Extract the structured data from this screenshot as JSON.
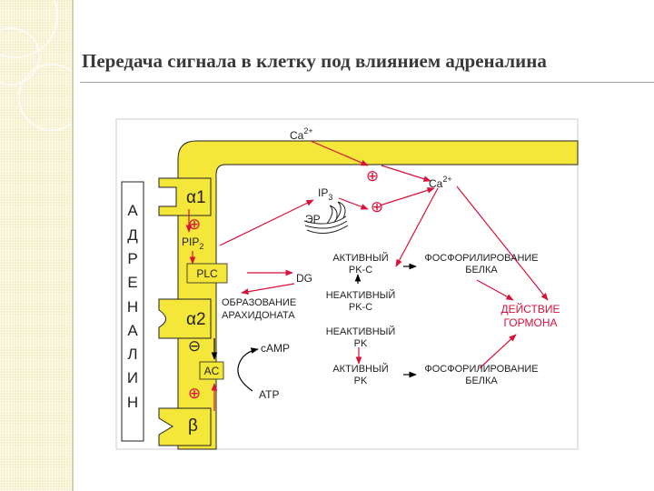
{
  "slide": {
    "title": "Передача сигнала в клетку под влиянием адреналина"
  },
  "colors": {
    "membrane": "#f5e63a",
    "membrane_border": "#222222",
    "arrow_black": "#000000",
    "arrow_red": "#d8123a",
    "accent_red": "#d8123a"
  },
  "diagram": {
    "ligand_letters": [
      "А",
      "Д",
      "Р",
      "Е",
      "Н",
      "А",
      "Л",
      "И",
      "Н"
    ],
    "receptors": {
      "alpha1": "α1",
      "alpha2": "α2",
      "beta": "β"
    },
    "ca_top": {
      "base": "Ca",
      "sup": "2+"
    },
    "ca_right": {
      "base": "Ca",
      "sup": "2+"
    },
    "ip3": {
      "base": "IP",
      "sub": "3"
    },
    "er": "ЭР",
    "pip2": {
      "base": "PIP",
      "sub": "2"
    },
    "plc": "PLC",
    "dg": "DG",
    "arachidonate": [
      "ОБРАЗОВАНИЕ",
      "АРАХИДОНАТА"
    ],
    "active_pkc": [
      "АКТИВНЫЙ",
      "PK-C"
    ],
    "inactive_pkc": [
      "НЕАКТИВНЫЙ",
      "PK-C"
    ],
    "phospho_top": [
      "ФОСФОРИЛИРОВАНИЕ",
      "БЕЛКА"
    ],
    "hormone_effect": [
      "ДЕЙСТВИЕ",
      "ГОРМОНА"
    ],
    "camp": "cAMP",
    "inactive_pk": [
      "НЕАКТИВНЫЙ",
      "PK"
    ],
    "ac": "AC",
    "active_pk": [
      "АКТИВНЫЙ",
      "PK"
    ],
    "phospho_bottom": [
      "ФОСФОРИЛИРОВАНИЕ",
      "БЕЛКА"
    ],
    "atp": "ATP",
    "symbols": {
      "plus": "⊕",
      "minus": "⊖"
    }
  }
}
